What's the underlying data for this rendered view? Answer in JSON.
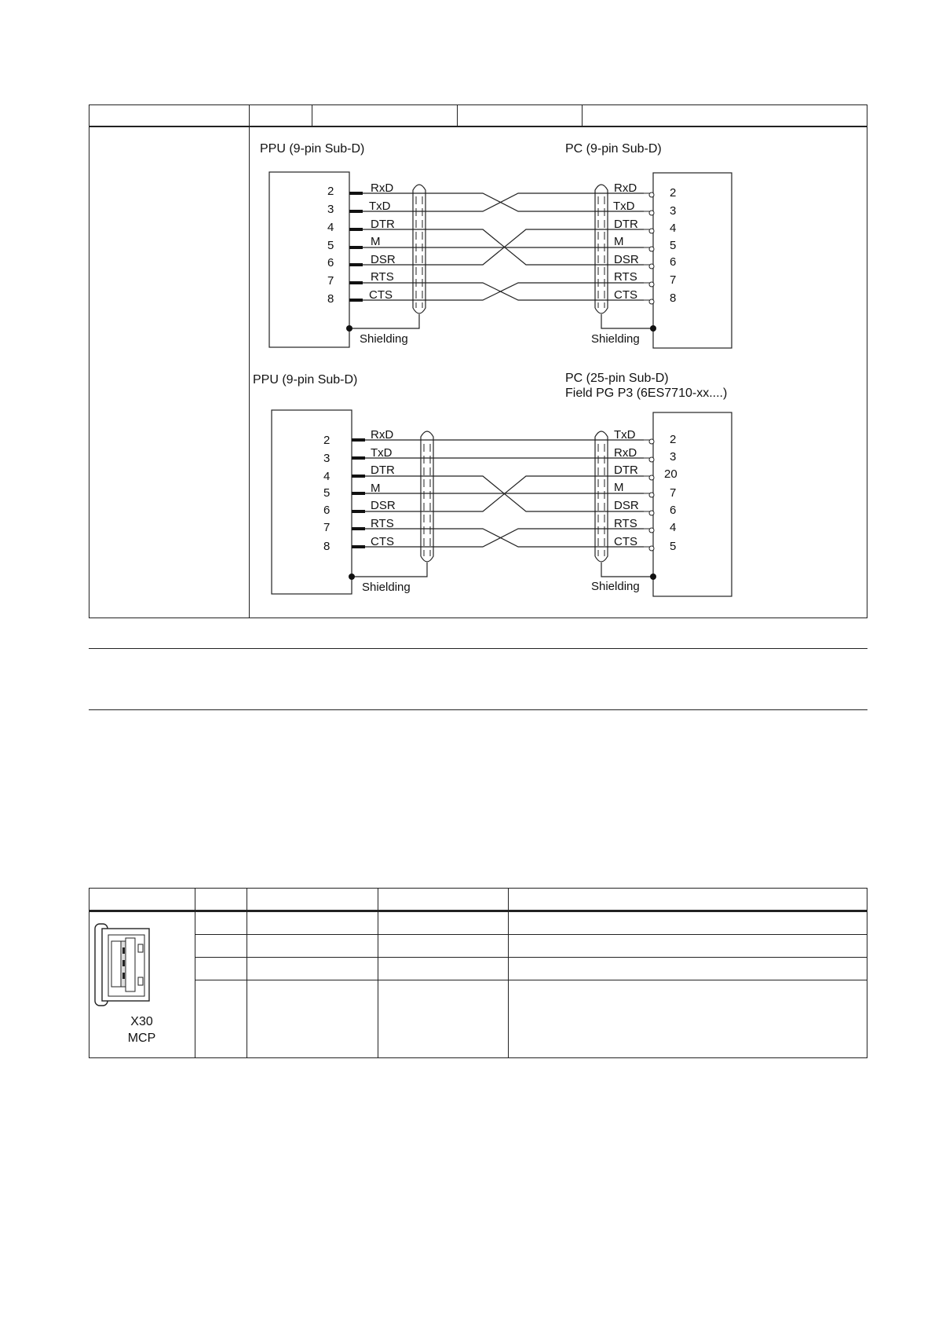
{
  "diagram1": {
    "left_title": "PPU (9-pin Sub-D)",
    "right_title": "PC (9-pin Sub-D)",
    "left_pins": [
      "2",
      "3",
      "4",
      "5",
      "6",
      "7",
      "8"
    ],
    "right_pins": [
      "2",
      "3",
      "4",
      "5",
      "6",
      "7",
      "8"
    ],
    "left_signals": [
      "RxD",
      "TxD",
      "DTR",
      "M",
      "DSR",
      "RTS",
      "CTS"
    ],
    "right_signals": [
      "RxD",
      "TxD",
      "DTR",
      "M",
      "DSR",
      "RTS",
      "CTS"
    ],
    "left_shield": "Shielding",
    "right_shield": "Shielding"
  },
  "diagram2": {
    "left_title": "PPU (9-pin Sub-D)",
    "right_title_line1": "PC (25-pin Sub-D)",
    "right_title_line2": "Field PG P3 (6ES7710-xx....)",
    "left_pins": [
      "2",
      "3",
      "4",
      "5",
      "6",
      "7",
      "8"
    ],
    "right_pins": [
      "2",
      "3",
      "20",
      "7",
      "6",
      "4",
      "5"
    ],
    "left_signals": [
      "RxD",
      "TxD",
      "DTR",
      "M",
      "DSR",
      "RTS",
      "CTS"
    ],
    "right_signals": [
      "TxD",
      "RxD",
      "DTR",
      "M",
      "DSR",
      "RTS",
      "CTS"
    ],
    "left_shield": "Shielding",
    "right_shield": "Shielding"
  },
  "connector": {
    "name_line1": "X30",
    "name_line2": "MCP",
    "icon": "usb-connector-icon"
  }
}
